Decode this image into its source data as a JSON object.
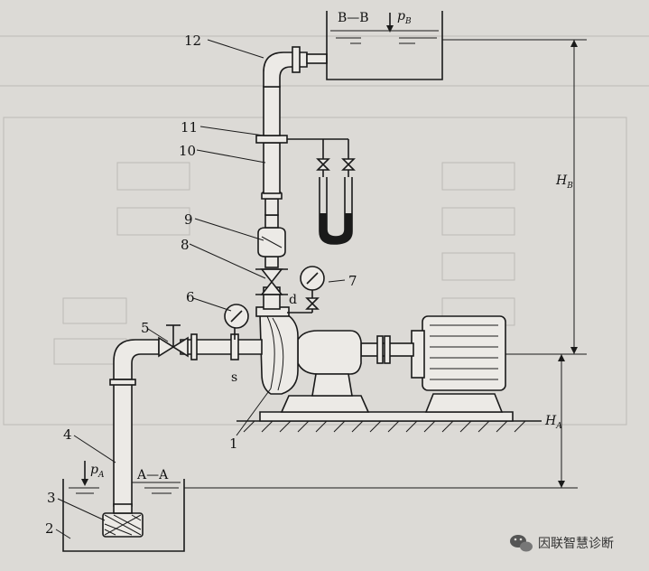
{
  "labels": {
    "n1": "1",
    "n2": "2",
    "n3": "3",
    "n4": "4",
    "n5": "5",
    "n6": "6",
    "n7": "7",
    "n8": "8",
    "n9": "9",
    "n10": "10",
    "n11": "11",
    "n12": "12",
    "section_bb": "B—B",
    "section_aa": "A—A",
    "p_b": "p",
    "p_b_sub": "B",
    "p_a": "p",
    "p_a_sub": "A",
    "h_b": "H",
    "h_b_sub": "B",
    "h_a": "H",
    "h_a_sub": "A",
    "point_s": "s",
    "point_d": "d"
  },
  "watermark": {
    "text": "因联智慧诊断",
    "icon": "wechat-icon"
  },
  "colors": {
    "background": "#dcdad6",
    "line": "#1a1a1a"
  }
}
